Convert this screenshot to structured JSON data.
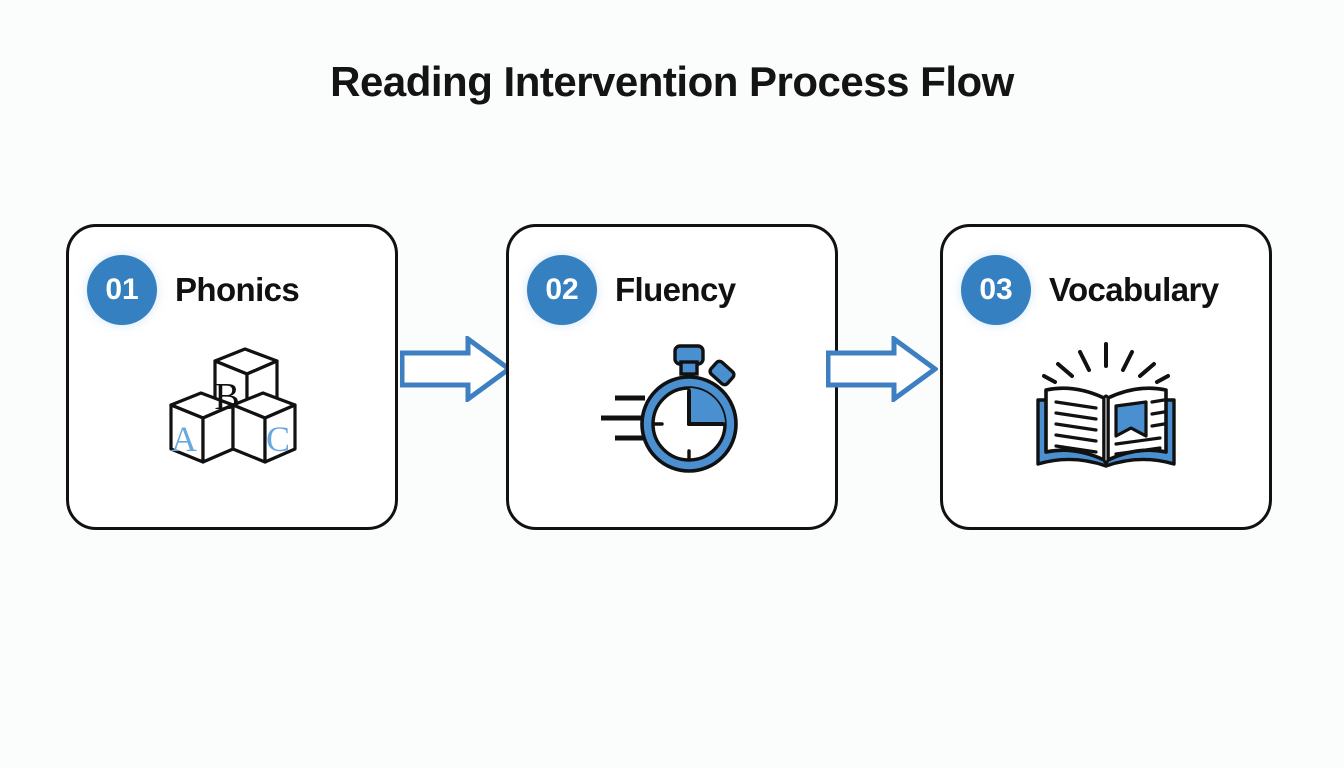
{
  "page": {
    "title": "Reading Intervention Process Flow",
    "background_color": "#fbfcfc",
    "accent_color": "#3580c0",
    "arrow_color": "#3e7fc1",
    "outline_color": "#111111",
    "light_blue": "#6aa9dd"
  },
  "flow": {
    "steps": [
      {
        "number": "01",
        "label": "Phonics",
        "icon": "alphabet-blocks-icon",
        "icon_letters": [
          "A",
          "B",
          "C"
        ]
      },
      {
        "number": "02",
        "label": "Fluency",
        "icon": "stopwatch-icon"
      },
      {
        "number": "03",
        "label": "Vocabulary",
        "icon": "open-book-icon"
      }
    ],
    "connectors": [
      {
        "from": "01",
        "to": "02",
        "icon": "arrow-right-icon"
      },
      {
        "from": "02",
        "to": "03",
        "icon": "arrow-right-icon"
      }
    ]
  }
}
